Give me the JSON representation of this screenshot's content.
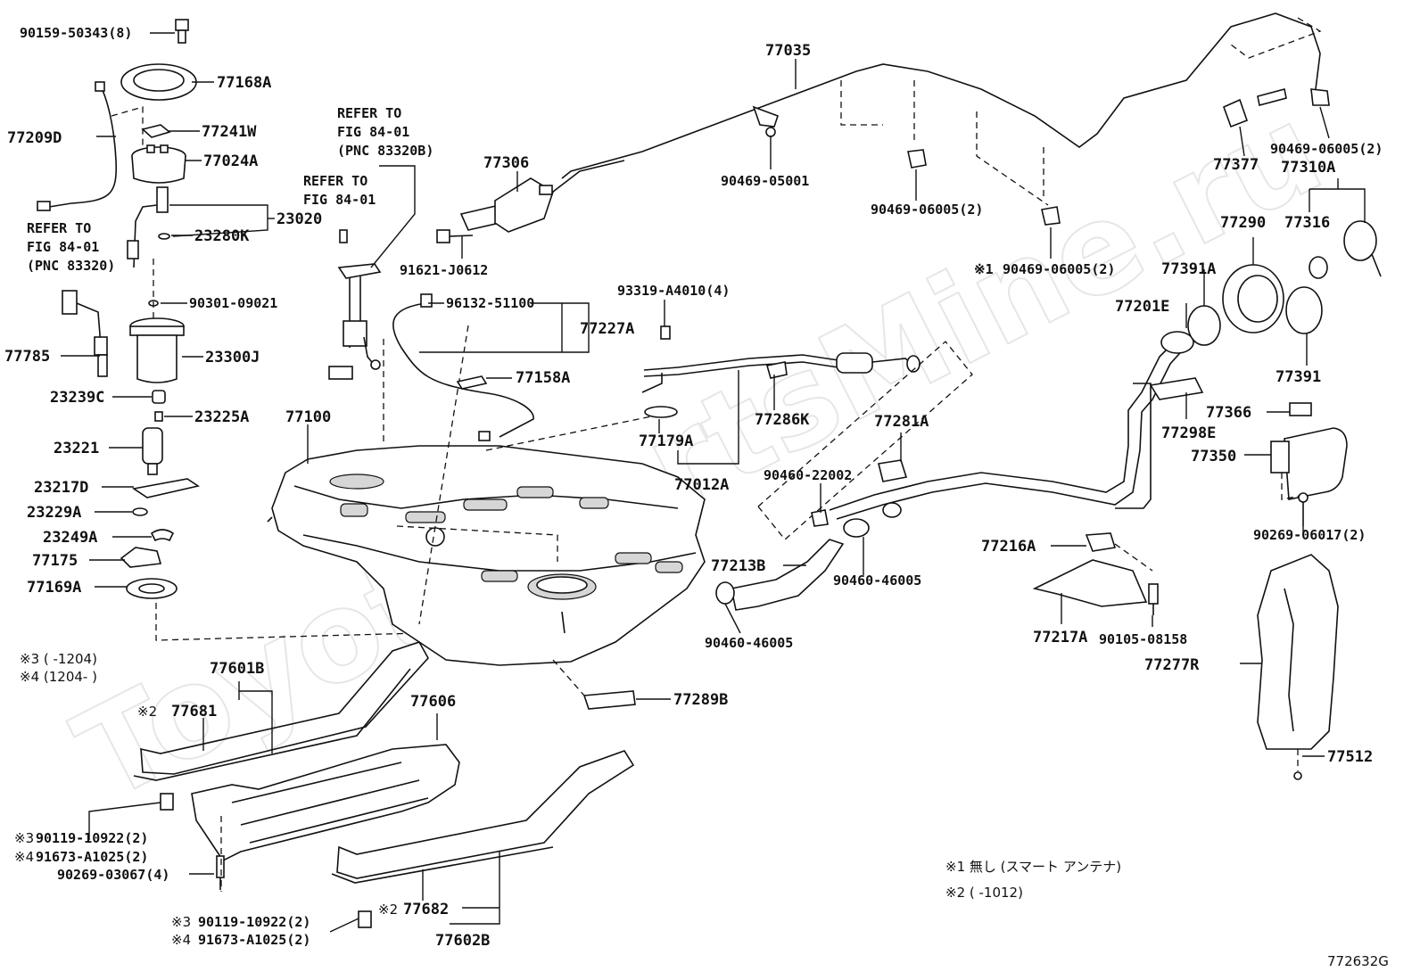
{
  "diagram_id": "772632G",
  "watermark": "ToyotaPartsMine.ru",
  "labels": {
    "p90159": "90159-50343(8)",
    "p77168A": "77168A",
    "p77209D": "77209D",
    "p77241W": "77241W",
    "p77024A": "77024A",
    "p23020": "23020",
    "p23280K": "23280K",
    "p90301": "90301-09021",
    "p77785": "77785",
    "p23300J": "23300J",
    "p23239C": "23239C",
    "p23225A": "23225A",
    "p23221": "23221",
    "p23217D": "23217D",
    "p23229A": "23229A",
    "p23249A": "23249A",
    "p77175": "77175",
    "p77169A": "77169A",
    "p77100": "77100",
    "p77035": "77035",
    "p77306": "77306",
    "p91621": "91621-J0612",
    "p96132": "96132-51100",
    "p77227A": "77227A",
    "p77158A": "77158A",
    "p93319": "93319-A4010(4)",
    "p77179A": "77179A",
    "p77012A": "77012A",
    "p77286K": "77286K",
    "p77281A": "77281A",
    "p90460_22002": "90460-22002",
    "p77213B": "77213B",
    "p90460_46005a": "90460-46005",
    "p90460_46005b": "90460-46005",
    "p77289B": "77289B",
    "p90469_05001": "90469-05001",
    "p90469_06005a": "90469-06005(2)",
    "p90469_06005b": "90469-06005(2)",
    "p90469_06005c": "90469-06005(2)",
    "p77377": "77377",
    "p77310A": "77310A",
    "p77290": "77290",
    "p77316": "77316",
    "p77391A": "77391A",
    "p77391": "77391",
    "p77201E": "77201E",
    "p77366": "77366",
    "p77298E": "77298E",
    "p77350": "77350",
    "p90269_06017": "90269-06017(2)",
    "p77216A": "77216A",
    "p77217A": "77217A",
    "p90105": "90105-08158",
    "p77277R": "77277R",
    "p77512": "77512",
    "p77601B": "77601B",
    "p77681": "77681",
    "p77606": "77606",
    "p77682": "77682",
    "p77602B": "77602B",
    "p90119a": "90119-10922(2)",
    "p91673a": "91673-A1025(2)",
    "p90269_03067": "90269-03067(4)",
    "p90119b": "90119-10922(2)",
    "p91673b": "91673-A1025(2)"
  },
  "marks": {
    "m1": "※1",
    "m2": "※2",
    "m3": "※3",
    "m4": "※4"
  },
  "refer_notes": {
    "refer_a_line1": "REFER TO",
    "refer_a_line2": "FIG 84-01",
    "refer_a_line3": "(PNC 83320B)",
    "refer_b_line1": "REFER TO",
    "refer_b_line2": "FIG 84-01",
    "refer_c_line1": "REFER TO",
    "refer_c_line2": "FIG 84-01",
    "refer_c_line3": "(PNC 83320)"
  },
  "range_notes": {
    "r3": "※3 (    -1204)",
    "r4": "※4 (1204-    )",
    "r2_inline": "※2",
    "legend1": "※1 無し (スマート アンテナ)",
    "legend2": "※2 (    -1012)"
  }
}
